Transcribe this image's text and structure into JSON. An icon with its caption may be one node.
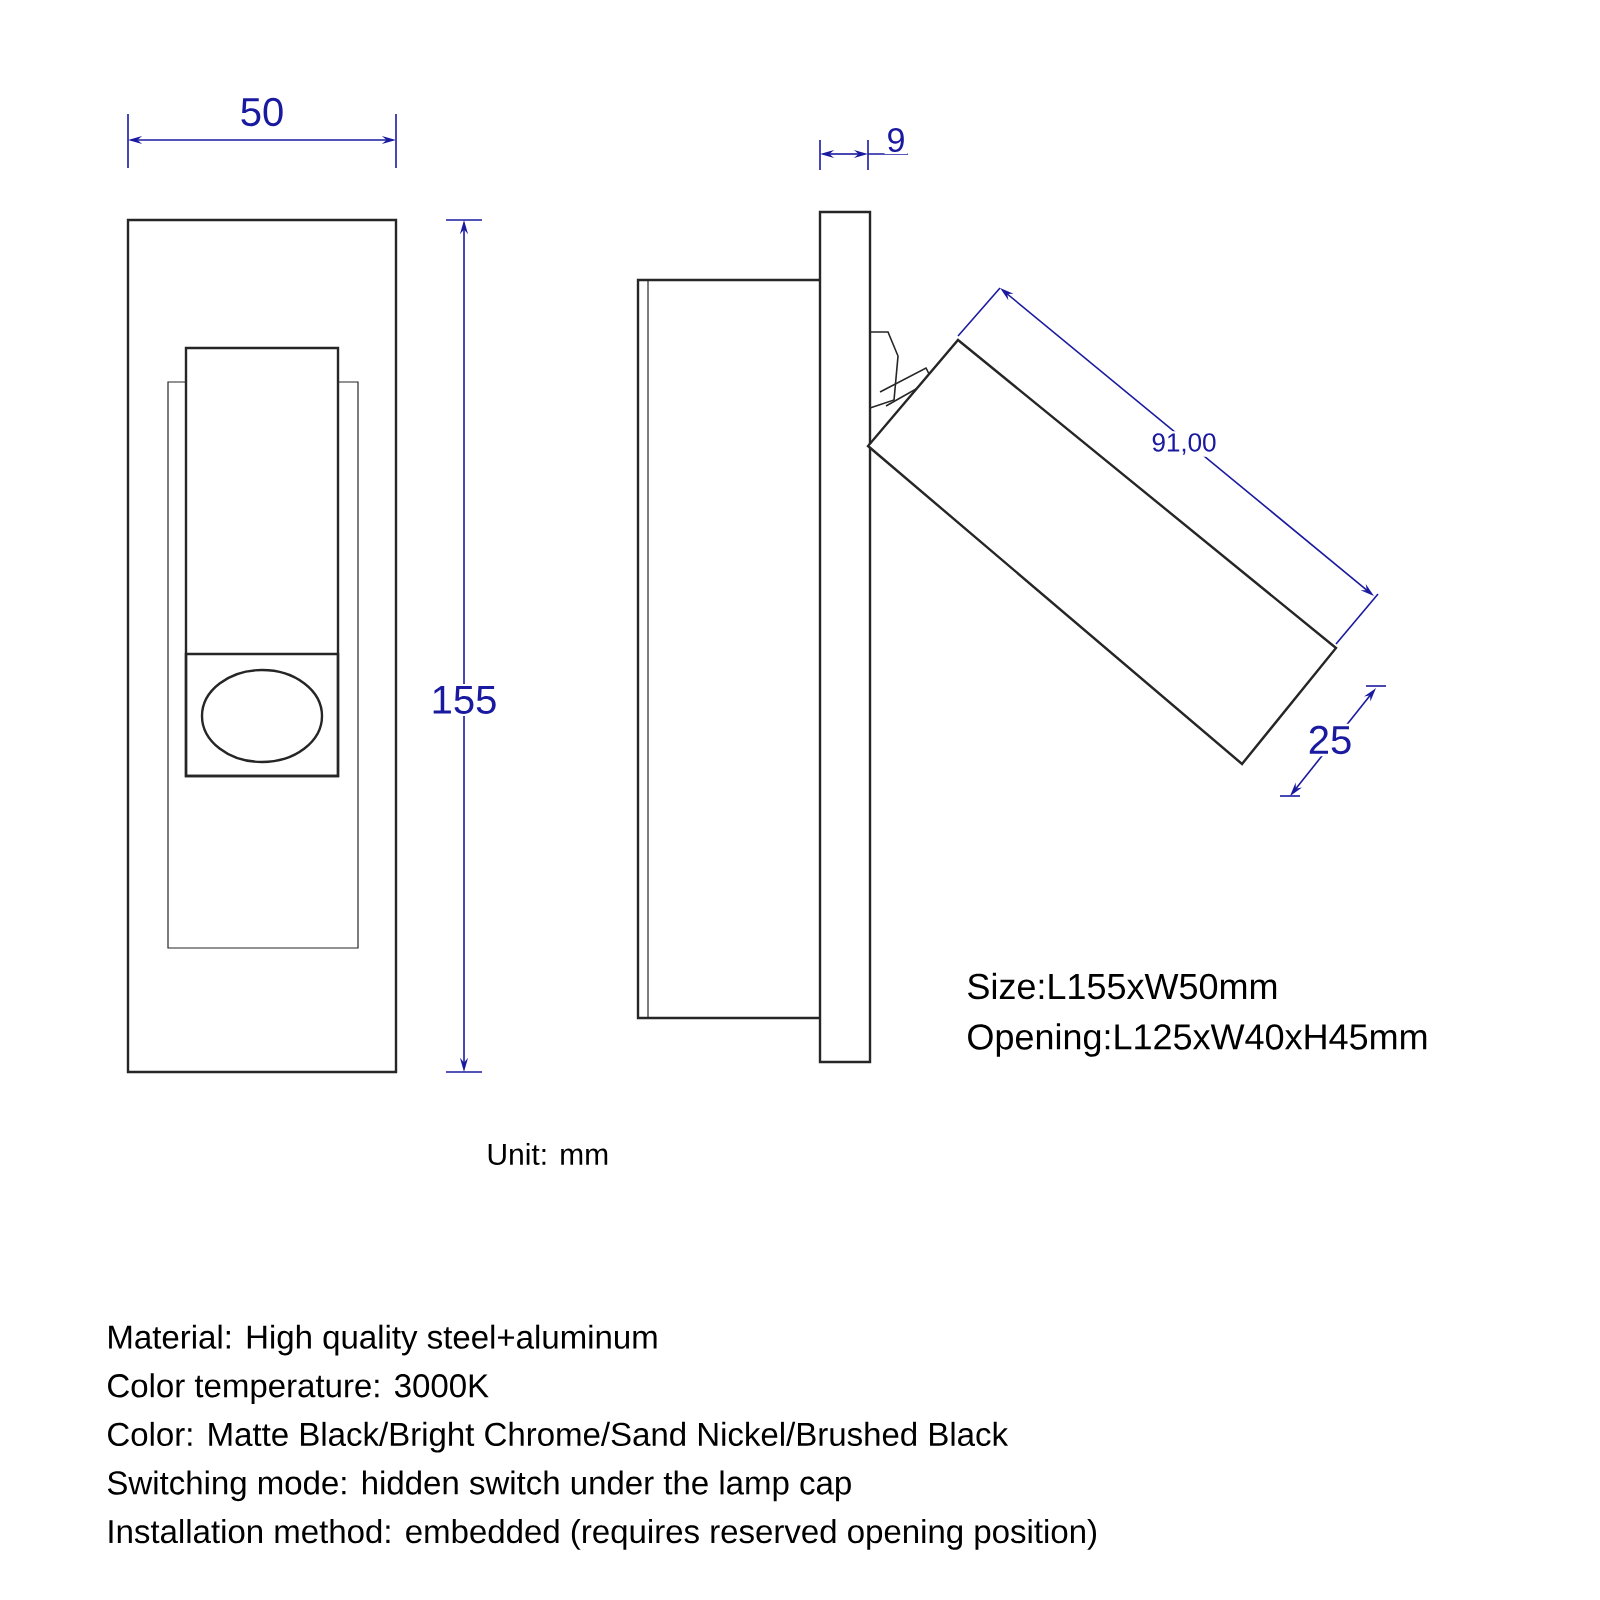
{
  "diagram": {
    "labels": [
      "50",
      "9",
      "155",
      "91,00",
      "25",
      "Size:L155xW50mm",
      "Opening:L125xW40xH45mm",
      "Unit: mm",
      "Material: High quality steel+aluminum",
      "Color temperature: 3000K",
      "Color: Matte Black/Bright Chrome/Sand Nickel/Brushed Black",
      "Switching mode: hidden switch under the lamp cap",
      "Installation method: embedded (requires reserved opening position)"
    ]
  }
}
